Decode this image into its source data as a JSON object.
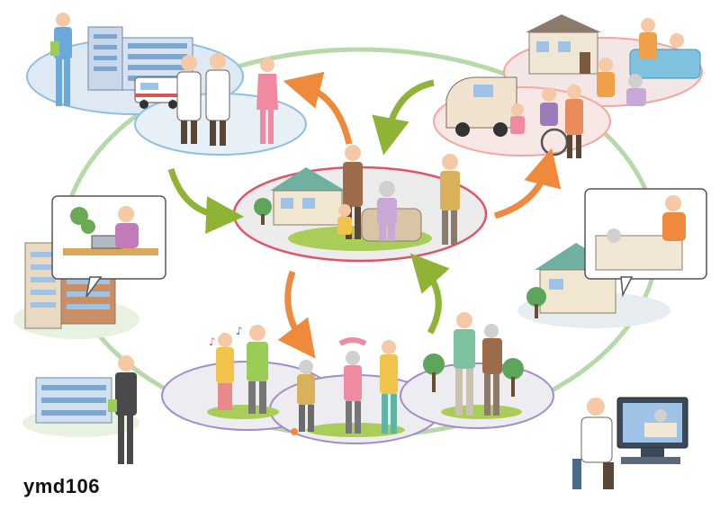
{
  "image_code": "ymd106",
  "colors": {
    "outer_ring": "#b5d9a8",
    "arrow_orange": "#ef8a3c",
    "arrow_green": "#8fb335",
    "center_outline": "#e0546a",
    "hospital_outline": "#8fbfe0",
    "care_outline": "#f2a8a0",
    "community_outline": "#a48cc8"
  },
  "scenes": [
    {
      "id": "hospital",
      "icons": [
        "hospital-building-icon",
        "ambulance-icon",
        "doctor-icon",
        "nurse-icon"
      ]
    },
    {
      "id": "home-care",
      "icons": [
        "care-house-icon",
        "welfare-van-icon",
        "wheelchair-icon",
        "bath-care-icon"
      ]
    },
    {
      "id": "home",
      "icons": [
        "family-house-icon",
        "sofa-icon",
        "elderly-couple-icon",
        "child-icon"
      ]
    },
    {
      "id": "community",
      "icons": [
        "karaoke-icon",
        "gateball-icon",
        "exercise-icon",
        "walking-assist-icon"
      ]
    },
    {
      "id": "office",
      "icons": [
        "apartment-building-icon",
        "laptop-icon",
        "support-staff-icon"
      ]
    },
    {
      "id": "home-visit",
      "icons": [
        "visit-house-icon",
        "bed-patient-icon",
        "caregiver-icon"
      ]
    },
    {
      "id": "telemedicine",
      "icons": [
        "doctor-monitor-icon"
      ]
    }
  ]
}
